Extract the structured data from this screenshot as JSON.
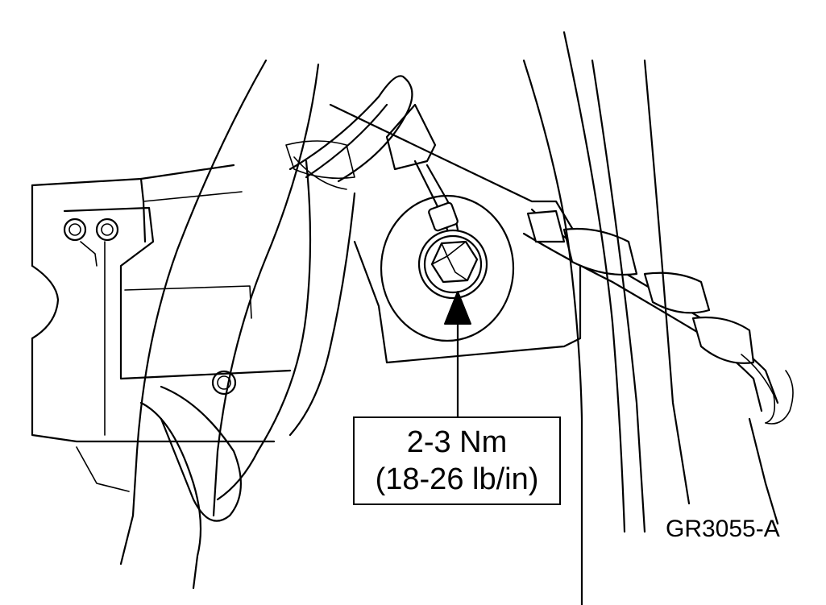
{
  "callout": {
    "torque_metric": "2-3 Nm",
    "torque_imperial": "(18-26 lb/in)"
  },
  "figure_id": "GR3055-A",
  "colors": {
    "line": "#000000",
    "background": "#ffffff"
  }
}
